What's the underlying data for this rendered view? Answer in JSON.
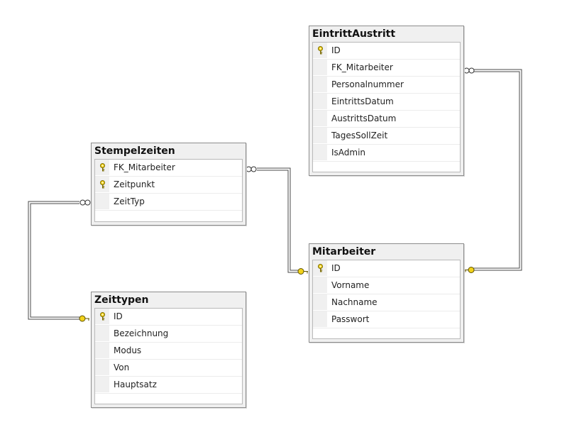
{
  "tables": {
    "eintritt": {
      "name": "EintrittAustritt",
      "columns": [
        {
          "name": "ID",
          "key": true
        },
        {
          "name": "FK_Mitarbeiter",
          "key": false
        },
        {
          "name": "Personalnummer",
          "key": false
        },
        {
          "name": "EintrittsDatum",
          "key": false
        },
        {
          "name": "AustrittsDatum",
          "key": false
        },
        {
          "name": "TagesSollZeit",
          "key": false
        },
        {
          "name": "IsAdmin",
          "key": false
        }
      ]
    },
    "stempel": {
      "name": "Stempelzeiten",
      "columns": [
        {
          "name": "FK_Mitarbeiter",
          "key": true
        },
        {
          "name": "Zeitpunkt",
          "key": true
        },
        {
          "name": "ZeitTyp",
          "key": false
        }
      ]
    },
    "mitarbeiter": {
      "name": "Mitarbeiter",
      "columns": [
        {
          "name": "ID",
          "key": true
        },
        {
          "name": "Vorname",
          "key": false
        },
        {
          "name": "Nachname",
          "key": false
        },
        {
          "name": "Passwort",
          "key": false
        }
      ]
    },
    "zeittypen": {
      "name": "Zeittypen",
      "columns": [
        {
          "name": "ID",
          "key": true
        },
        {
          "name": "Bezeichnung",
          "key": false
        },
        {
          "name": "Modus",
          "key": false
        },
        {
          "name": "Von",
          "key": false
        },
        {
          "name": "Hauptsatz",
          "key": false
        }
      ]
    }
  },
  "relationships": [
    {
      "from": "eintritt",
      "to": "mitarbeiter",
      "many_side": "EintrittAustritt",
      "one_side": "Mitarbeiter"
    },
    {
      "from": "stempel",
      "to": "mitarbeiter",
      "many_side": "Stempelzeiten",
      "one_side": "Mitarbeiter"
    },
    {
      "from": "stempel",
      "to": "zeittypen",
      "many_side": "Stempelzeiten",
      "one_side": "Zeittypen"
    }
  ],
  "colors": {
    "key_fill": "#f2d21b",
    "key_stroke": "#7a6a00",
    "line": "#4a4a4a"
  },
  "icons": {
    "primary_key": "key-icon",
    "many_end": "infinity-icon",
    "one_end": "key-endpoint-icon"
  }
}
